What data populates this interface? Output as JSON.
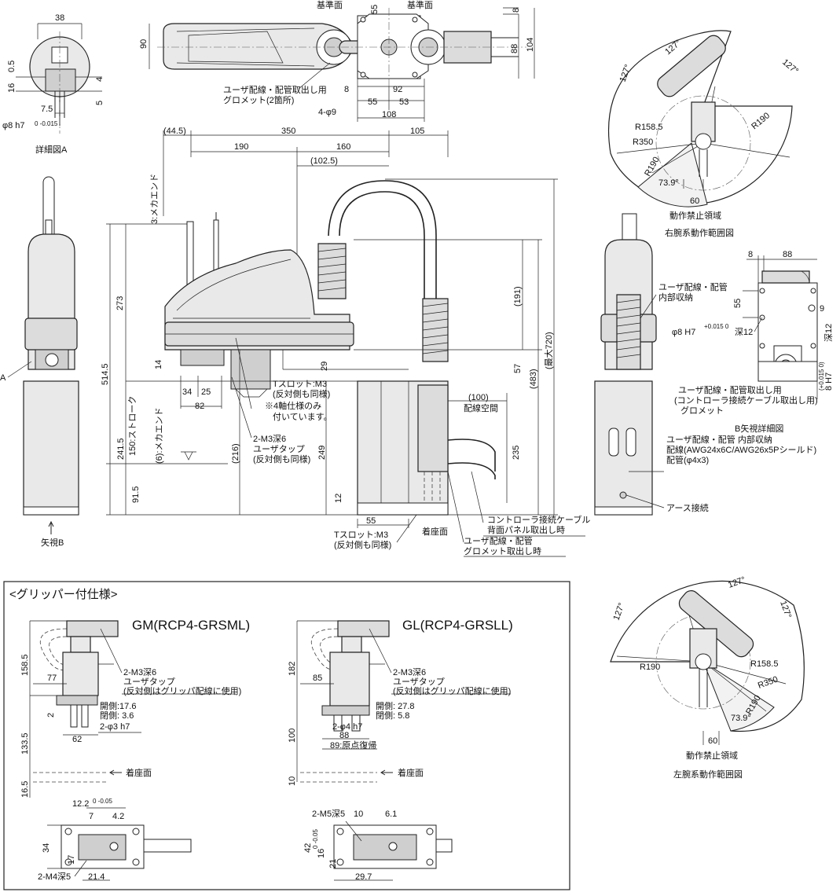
{
  "top_view": {
    "labels": {
      "ref_left": "基準面",
      "ref_right": "基準面",
      "grommet": "ユーザ配線・配管取出し用",
      "grommet2": "グロメット(2箇所)",
      "hole": "4-φ9"
    },
    "dims": {
      "d55_top": "55",
      "d8_top": "8",
      "d90": "90",
      "d88": "88",
      "d104": "104",
      "d8b": "8",
      "d92": "92",
      "d55": "55",
      "d53": "53",
      "d108": "108"
    }
  },
  "detail_a": {
    "title": "詳細図A",
    "d38": "38",
    "d0_5": "0.5",
    "d16": "16",
    "d4": "4",
    "d5": "5",
    "d7_5": "7.5",
    "shaft": "φ8 h7",
    "shaft_tol": "0 -0.015"
  },
  "side_view": {
    "dims": {
      "d44_5": "(44.5)",
      "d350": "350",
      "d105": "105",
      "d190": "190",
      "d160": "160",
      "d102_5": "(102.5)",
      "mech_end_top": "3:メカエンド",
      "d273": "273",
      "d514_5": "514.5",
      "d14": "14",
      "d34": "34",
      "d25": "25",
      "d82": "82",
      "stroke": "150:ストローク",
      "mech_end_bottom": "(6):メカエンド",
      "d241_5": "241.5",
      "d91_5": "91.5",
      "d216": "(216)",
      "d29": "29",
      "d249": "249",
      "d12": "12",
      "d55": "55",
      "d191": "(191)",
      "d57": "57",
      "d483": "(483)",
      "d720": "(最大720)",
      "d100": "(100)",
      "d235": "235"
    },
    "labels": {
      "tslot_m3": "Tスロット:M3",
      "tslot_m3_note": "(反対側も同様)",
      "four_axis": "※4軸仕様のみ",
      "four_axis2": "付いています。",
      "user_tap": "2-M3深6",
      "user_tap2": "ユーザタップ",
      "user_tap3": "(反対側も同様)",
      "wiring_space": "配線空間",
      "tslot_bottom": "Tスロット:M3",
      "tslot_bottom2": "(反対側も同様)",
      "mount_surface": "着座面",
      "controller_cable": "コントローラ接続ケーブル",
      "controller_cable2": "背面パネル取出し時",
      "user_wiring": "ユーザ配線・配管",
      "user_wiring2": "グロメット取出し時"
    }
  },
  "left_view": {
    "label_a": "A",
    "arrow_b": "矢視B"
  },
  "right_rear_view": {
    "d8": "8",
    "d88": "88",
    "d55": "55",
    "d9": "9",
    "deep12": "深12",
    "shaft": "φ8 H7",
    "shaft_tol": "+0.015 0",
    "shaft_depth": "深12",
    "h7_8": "8 H7",
    "h7_tol": "(+0.015 0)",
    "inner_label": "ユーザ配線・配管",
    "inner_label2": "内部収納",
    "grommet_label": "ユーザ配線・配管取出し用",
    "grommet_label2": "(コントローラ接続ケーブル取出し用)",
    "grommet_label3": "グロメット",
    "b_detail": "B矢視詳細図",
    "wiring_line1": "ユーザ配線・配管 内部収納",
    "wiring_line2": "配線(AWG24x6C/AWG26x5Pシールド)",
    "wiring_line3": "配管(φ4x3)",
    "earth": "アース接続"
  },
  "right_arm_range": {
    "title": "右腕系動作範囲図",
    "prohibited": "動作禁止領域",
    "a127a": "127°",
    "a127b": "127°",
    "a127c": "127°",
    "r158_5": "R158.5",
    "r350": "R350",
    "r190a": "R190",
    "r190b": "R190",
    "a73_9": "73.9°",
    "d60": "60"
  },
  "left_arm_range": {
    "title": "左腕系動作範囲図",
    "prohibited": "動作禁止領域",
    "a127a": "127°",
    "a127b": "127°",
    "a127c": "127°",
    "r158_5": "R158.5",
    "r350": "R350",
    "r190a": "R190",
    "r190b": "R190",
    "a73_9": "73.9°",
    "d60": "60"
  },
  "gripper": {
    "section_title": "<グリッパー付仕様>",
    "gm": {
      "title": "GM(RCP4-GRSML)",
      "d158_5": "158.5",
      "d77": "77",
      "tap": "2-M3深6",
      "tap2": "ユーザタップ",
      "tap3": "(反対側はグリッパ配線に使用)",
      "open": "開側:17.6",
      "close": "閉側: 3.6",
      "d2": "2",
      "pin": "2-φ3 h7",
      "d62": "62",
      "d133_5": "133.5",
      "mount": "着座面",
      "d16_5": "16.5",
      "d12_2": "12.2",
      "d12_2_tol": "0 -0.05",
      "d7": "7",
      "d4_2": "4.2",
      "d34": "34",
      "d17": "17",
      "m4": "2-M4深5",
      "d21_4": "21.4"
    },
    "gl": {
      "title": "GL(RCP4-GRSLL)",
      "d182": "182",
      "d85": "85",
      "tap": "2-M3深6",
      "tap2": "ユーザタップ",
      "tap3": "(反対側はグリッパ配線に使用)",
      "open": "開側: 27.8",
      "close": "閉側: 5.8",
      "pin": "2-φ4 h7",
      "d88": "88",
      "d89": "89:原点復帰",
      "d100": "100",
      "mount": "着座面",
      "d10": "10",
      "m5": "2-M5深5",
      "d10b": "10",
      "d6_1": "6.1",
      "d42": "42",
      "d16": "16",
      "d16_tol": "0 -0.05",
      "d21": "21",
      "d29_7": "29.7"
    }
  }
}
